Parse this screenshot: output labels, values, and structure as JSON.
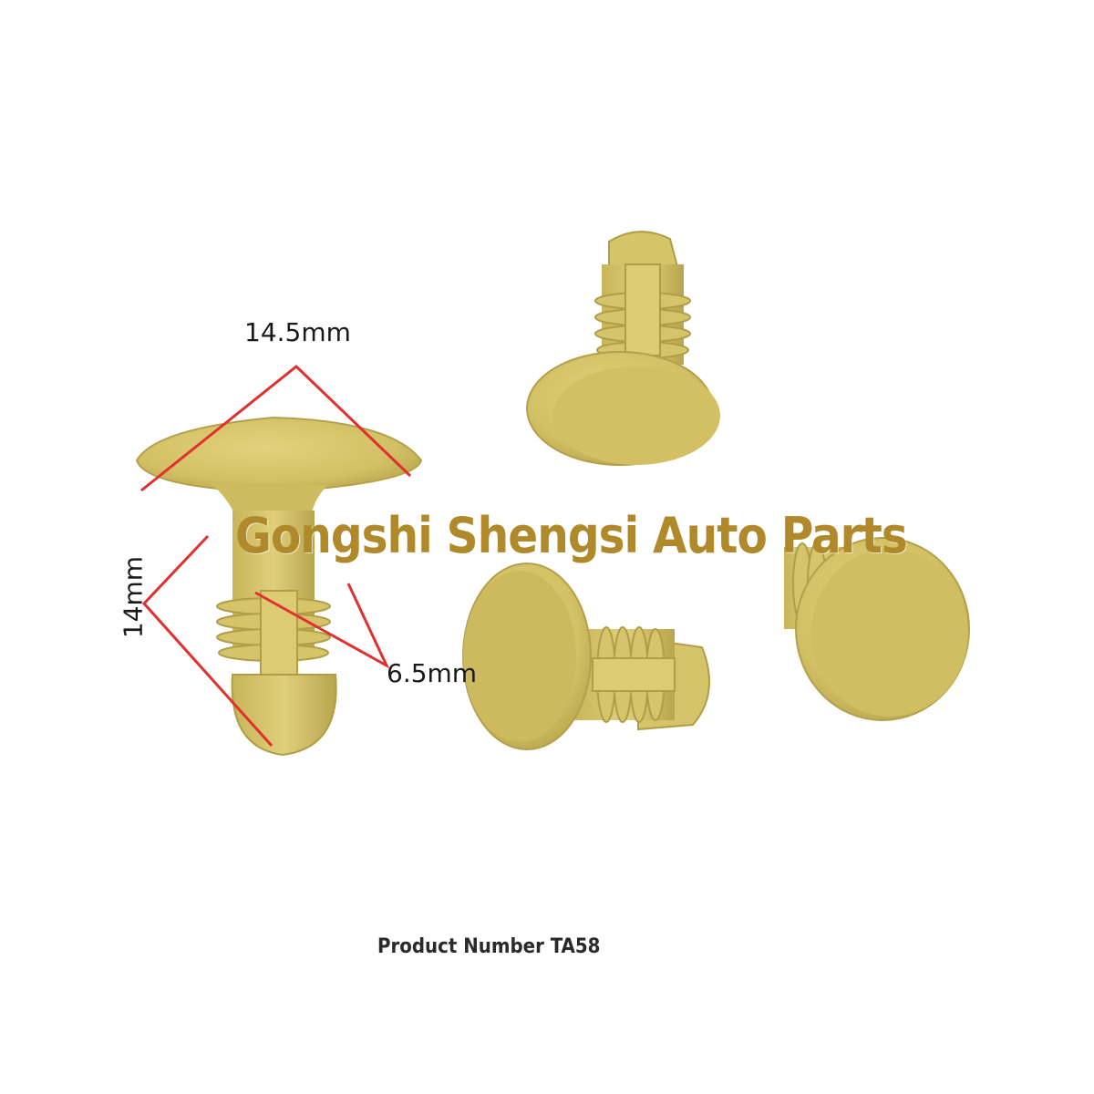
{
  "image": {
    "background": "#ffffff",
    "clip_color": "#d9c86f",
    "clip_shadow": "#a89544",
    "dimension_line_color": "#e03030"
  },
  "dimensions": {
    "width": "14.5mm",
    "height": "14mm",
    "shank": "6.5mm"
  },
  "watermark": {
    "text": "Gongshi Shengsi Auto Parts",
    "color": "#b08a2a"
  },
  "caption": {
    "product_number": "Product Number TA58"
  }
}
